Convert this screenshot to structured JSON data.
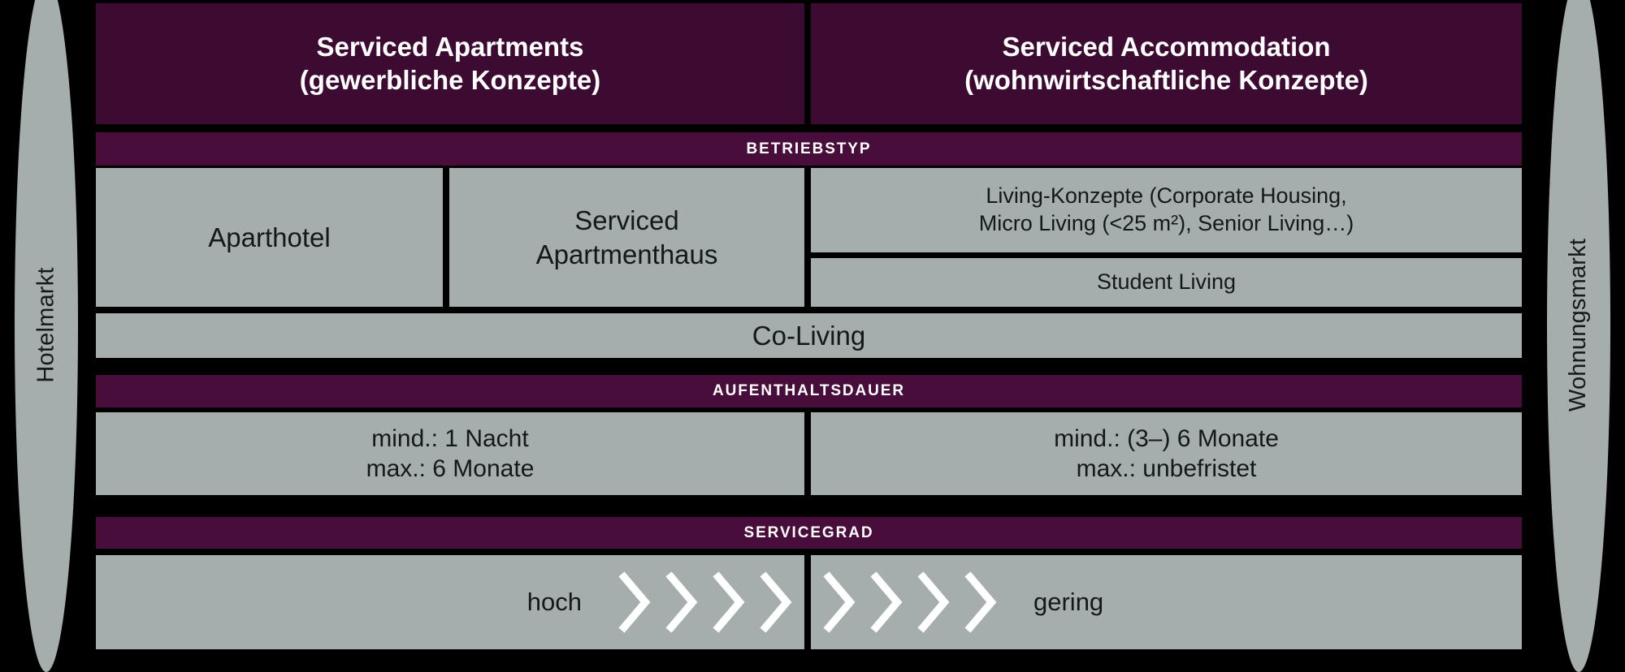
{
  "colors": {
    "plum_dark": "#3d0b32",
    "plum_band": "#480d3a",
    "grey": "#a5adad",
    "black": "#000000",
    "white": "#ffffff"
  },
  "markets": {
    "left_label": "Hotelmarkt",
    "right_label": "Wohnungsmarkt"
  },
  "headers": {
    "left": {
      "line1": "Serviced Apartments",
      "line2": "(gewerbliche Konzepte)"
    },
    "right": {
      "line1": "Serviced Accommodation",
      "line2": "(wohnwirtschaftliche Konzepte)"
    }
  },
  "bands": {
    "betriebstyp": "BETRIEBSTYP",
    "aufenthaltsdauer": "AUFENTHALTSDAUER",
    "servicegrad": "SERVICEGRAD"
  },
  "betriebstyp": {
    "aparthotel": "Aparthotel",
    "serviced_apartmenthaus_l1": "Serviced",
    "serviced_apartmenthaus_l2": "Apartmenthaus",
    "living_konzepte_l1": "Living-Konzepte (Corporate Housing,",
    "living_konzepte_l2": "Micro Living (<25 m²), Senior Living…)",
    "student_living": "Student Living",
    "co_living": "Co-Living"
  },
  "aufenthaltsdauer": {
    "left_min": "mind.: 1 Nacht",
    "left_max": "max.: 6 Monate",
    "right_min": "mind.: (3–) 6 Monate",
    "right_max": "max.: unbefristet"
  },
  "servicegrad": {
    "left_word": "hoch",
    "right_word": "gering",
    "left_chevron_count": 4,
    "right_chevron_count": 4,
    "chevron_icon": "chevron-right-icon"
  }
}
